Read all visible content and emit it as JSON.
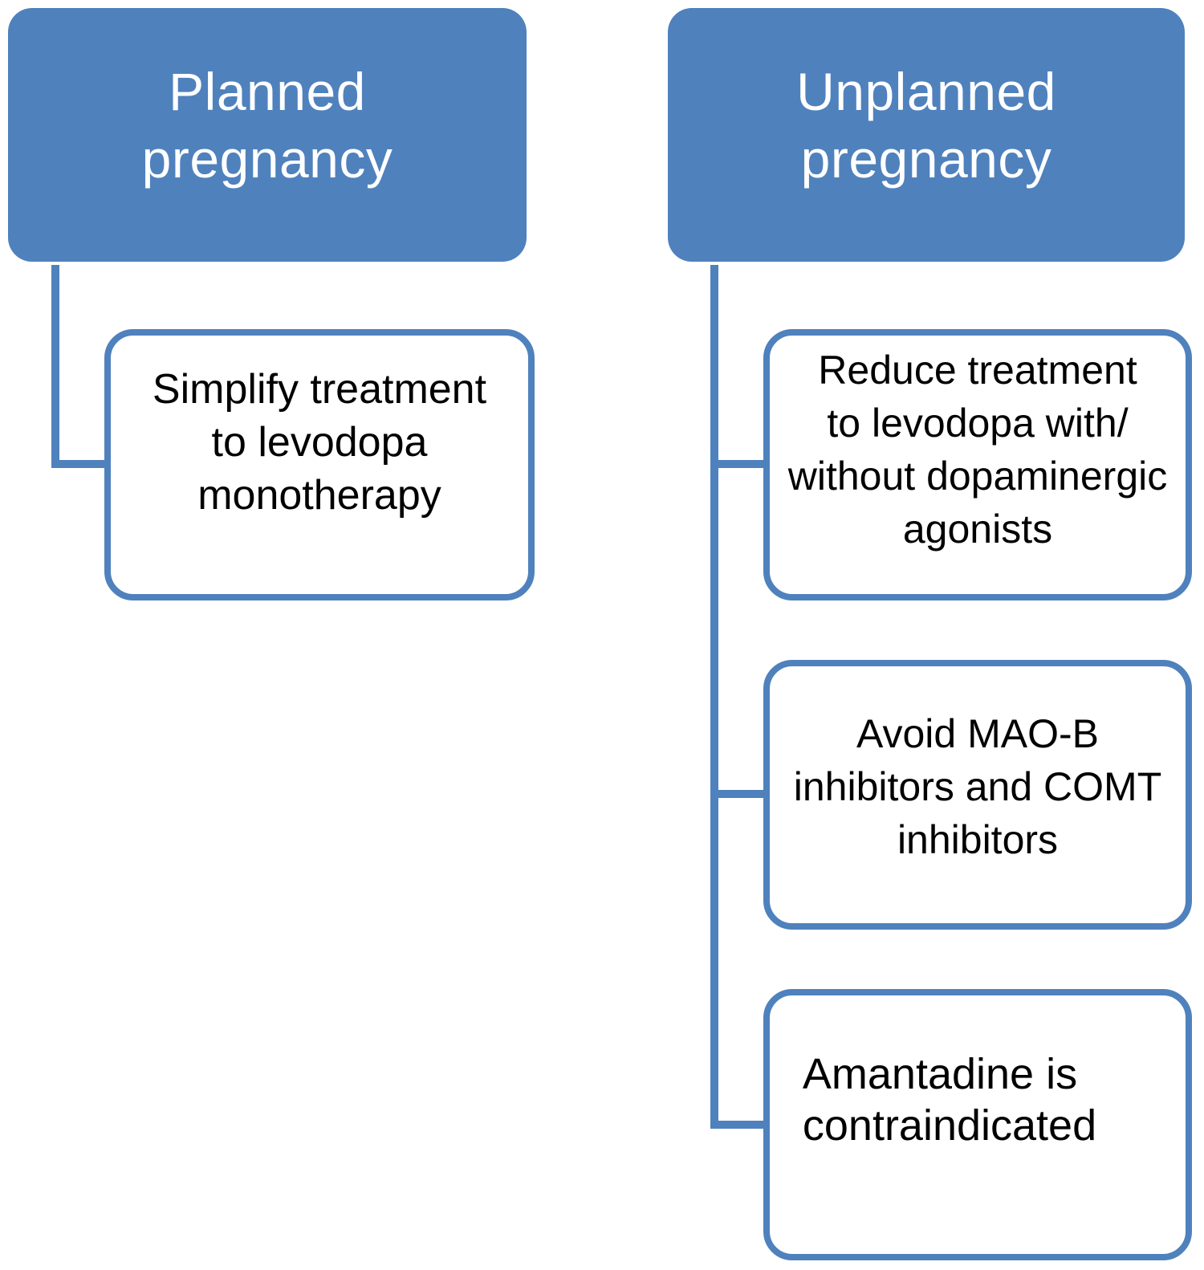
{
  "colors": {
    "header_fill": "#4f81bd",
    "connector": "#4f81bd",
    "box_border": "#4f81bd",
    "box_fill": "#ffffff",
    "header_text": "#ffffff",
    "box_text": "#000000"
  },
  "columns": [
    {
      "header": "Planned\npregnancy",
      "items": [
        "Simplify treatment\nto levodopa\nmonotherapy"
      ]
    },
    {
      "header": "Unplanned\npregnancy",
      "items": [
        "Reduce treatment\nto levodopa with/\nwithout dopaminergic\nagonists",
        "Avoid MAO-B\ninhibitors and COMT\ninhibitors",
        "Amantadine is\ncontraindicated"
      ]
    }
  ]
}
